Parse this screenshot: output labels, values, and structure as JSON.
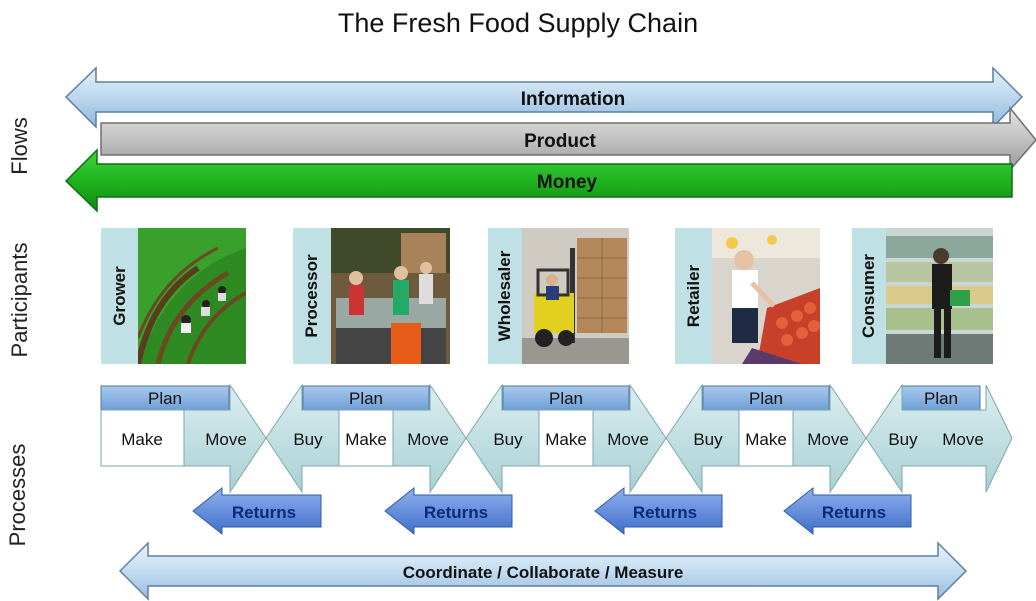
{
  "title": "The Fresh Food Supply Chain",
  "row_labels": [
    "Flows",
    "Participants",
    "Processes"
  ],
  "flows": {
    "information": "Information",
    "product": "Product",
    "money": "Money"
  },
  "participants": [
    "Grower",
    "Processor",
    "Wholesaler",
    "Retailer",
    "Consumer"
  ],
  "process_labels": {
    "plan": "Plan",
    "make": "Make",
    "move": "Move",
    "buy": "Buy"
  },
  "returns_label": "Returns",
  "coordinate_label": "Coordinate / Collaborate / Measure",
  "colors": {
    "info_fill": "#bcd7ee",
    "product_fill": "#c4c4c4",
    "money_fill": "#1fb41f",
    "plan_fill": "#79a9dc",
    "process_fill": "#c4e1e3",
    "returns_fill": "#5b86d8",
    "returns_text": "#0b2a78",
    "label_strip": "#bfe0e4"
  }
}
